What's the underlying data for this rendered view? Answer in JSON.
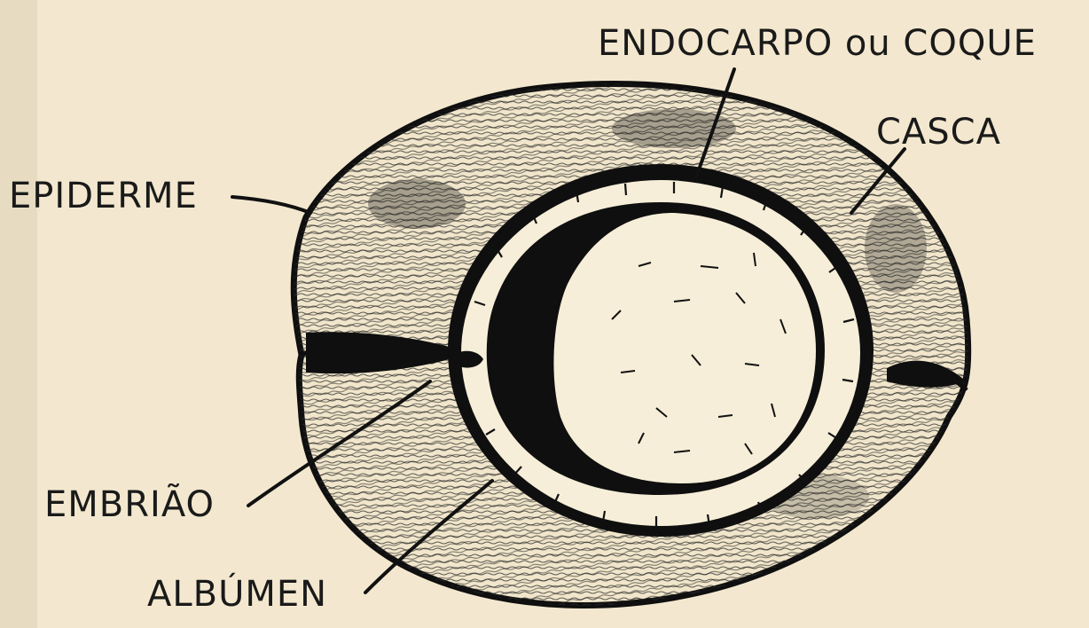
{
  "diagram": {
    "labels": {
      "endocarpo": "ENDOCARPO ou COQUE",
      "casca": "CASCA",
      "epiderme": "EPIDERME",
      "embriao": "EMBRIÃO",
      "albumen": "ALBÚMEN"
    },
    "colors": {
      "paper": "#f3e8cf",
      "ink": "#111111",
      "edge_stripe": "#d8cdb4"
    }
  }
}
